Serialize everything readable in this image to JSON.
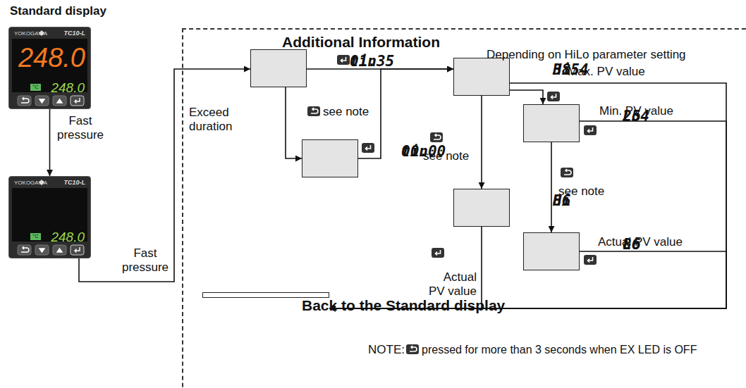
{
  "diagram": {
    "nodes": [
      {
        "text": [
          "YOKOGAWA",
          "TC10-L",
          "248.0",
          "°C",
          "248.0"
        ]
      },
      {
        "text": [
          "YOKOGAWA",
          "TC10-L",
          "°C",
          "248.0"
        ]
      },
      {
        "text": [
          "Additional Information"
        ]
      },
      {
        "text": [
          "tin",
          "01.35"
        ],
        "in": 2
      },
      {
        "text": [
          "tin",
          "00.00"
        ],
        "in": 2
      },
      {
        "text": [
          "Hi",
          "3854"
        ],
        "in": 2
      },
      {
        "text": [
          "Lo",
          "254"
        ],
        "in": 2
      },
      {
        "text": [
          "Hi",
          "86"
        ],
        "in": 2
      },
      {
        "text": [
          "Lo",
          "86"
        ],
        "in": 2
      },
      {
        "text": [
          "Back to the Standard display"
        ],
        "in": 2
      }
    ],
    "edges": [
      {
        "from": 0,
        "to": 1,
        "arrow": "to",
        "label": "Fast pressure"
      },
      {
        "from": 1,
        "to": 3,
        "arrow": "to",
        "label": "Fast pressure"
      },
      {
        "from": 3,
        "to": 5,
        "arrow": "to"
      },
      {
        "from": 3,
        "to": 4,
        "arrow": "to",
        "label": "see note"
      },
      {
        "from": 4,
        "to": 5,
        "arrow": "to"
      },
      {
        "from": 5,
        "to": 6,
        "arrow": "to"
      },
      {
        "from": 5,
        "to": 7,
        "arrow": "to",
        "label": "see note"
      },
      {
        "from": 6,
        "to": 8,
        "arrow": "to",
        "label": "see note"
      },
      {
        "from": 5,
        "to": 9,
        "arrow": "to",
        "label": "Max. PV value"
      },
      {
        "from": 6,
        "to": 9,
        "arrow": "to",
        "label": "Min. PV value"
      },
      {
        "from": 7,
        "to": 9,
        "arrow": "to",
        "label": "Actual PV value"
      },
      {
        "from": 8,
        "to": 9,
        "arrow": "to",
        "label": "Actual PV value"
      }
    ],
    "labels": [
      "Standard display",
      "Exceed duration",
      "Depending on HiLo parameter setting",
      "NOTE:",
      "pressed for more than 3 seconds when EX LED is OFF"
    ]
  }
}
